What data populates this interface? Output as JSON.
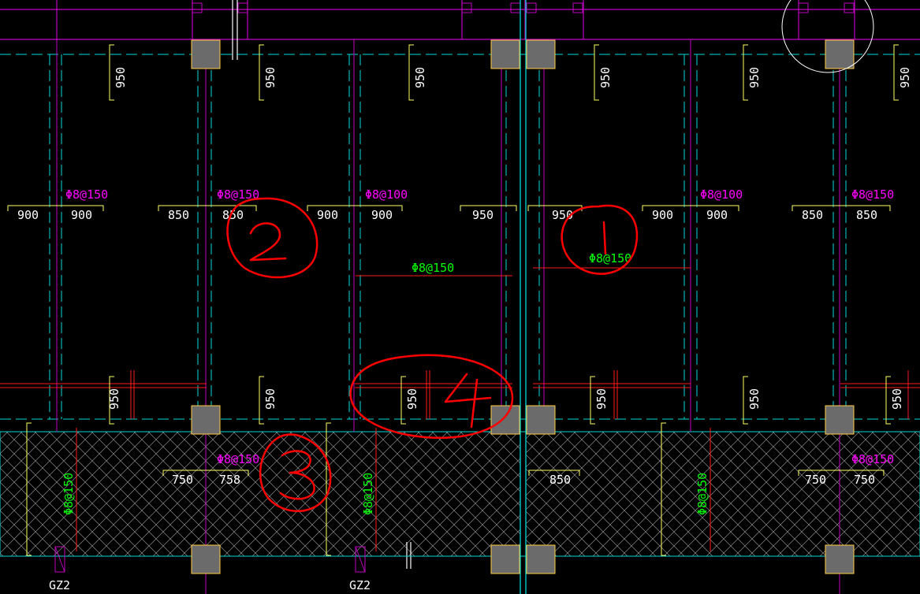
{
  "drawing": {
    "background": "#000000",
    "colors": {
      "axis_cyan": "#00d7d7",
      "beam_magenta": "#c000c0",
      "dim_yellow": "#ffff66",
      "rebar_red": "#ff1a1a",
      "rebar_label_green": "#00ff00",
      "rebar_label_magenta": "#ff00ff",
      "column_fill": "#6b6b6b",
      "column_edge": "#ffcc44",
      "markup_red": "#ff0000",
      "hatch_grey": "#9a9a9a"
    },
    "top_dims": [
      "950",
      "950",
      "950",
      "950",
      "950",
      "950"
    ],
    "mid_rebar_labels": [
      "Φ8@150",
      "Φ8@150",
      "Φ8@100",
      "Φ8@100",
      "Φ8@150"
    ],
    "mid_dims": [
      "900",
      "900",
      "850",
      "850",
      "900",
      "900",
      "950",
      "950",
      "900",
      "900",
      "850",
      "850"
    ],
    "slab_rebar_labels": [
      "Φ8@150",
      "Φ8@150"
    ],
    "bottom_dims": [
      "950",
      "950",
      "950",
      "950",
      "950",
      "950"
    ],
    "lower_rebar_labels": [
      "Φ8@150",
      "Φ8@150"
    ],
    "lower_dims": [
      "750",
      "758",
      "850",
      "750",
      "750"
    ],
    "vertical_rebar_labels": [
      "Φ8@150",
      "Φ8@150",
      "Φ8@150"
    ],
    "column_tags": [
      "GZ2",
      "GZ2"
    ],
    "markup_numbers": [
      "1",
      "2",
      "3",
      "4"
    ]
  }
}
